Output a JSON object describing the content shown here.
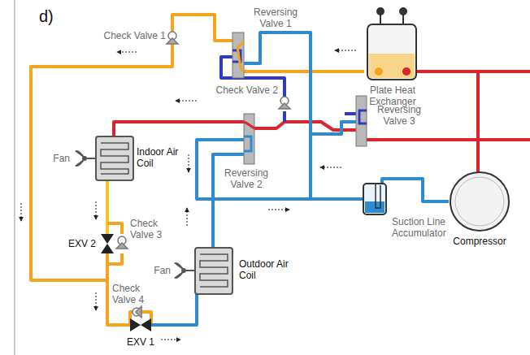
{
  "diagram": {
    "labels": [
      "d)",
      "Check Valve 1",
      "Reversing Valve 1",
      "Plate Heat Exchanger",
      "Check Valve 2",
      "Reversing Valve 3",
      "Reversing Valve 2",
      "Fan",
      "Indoor Air Coil",
      "EXV 2",
      "Check Valve 3",
      "Suction Line Accumulator",
      "Compressor",
      "Fan",
      "Outdoor Air Coil",
      "Check Valve 4",
      "EXV 1"
    ]
  }
}
